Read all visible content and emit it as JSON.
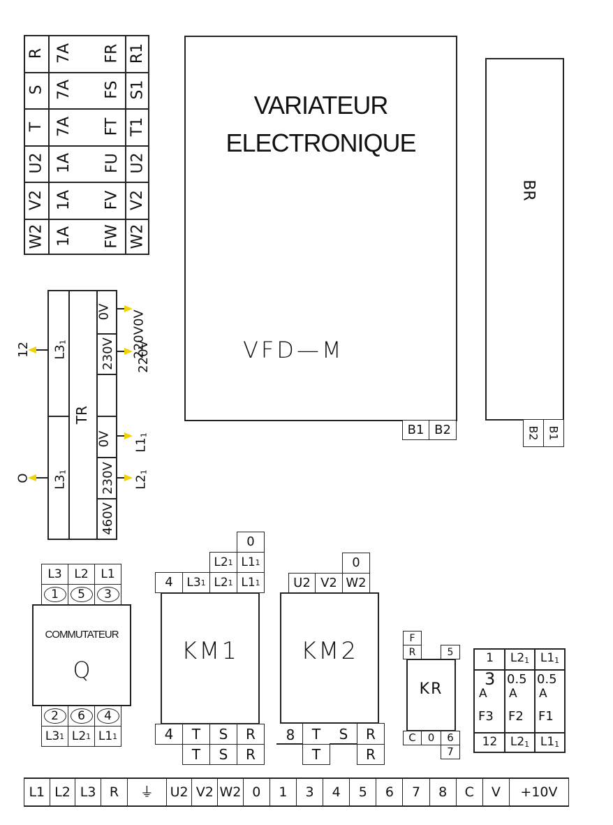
{
  "fuse_block": {
    "rows": [
      {
        "input": "R",
        "rating": "7A",
        "fuse": "FR",
        "output": "R1"
      },
      {
        "input": "S",
        "rating": "7A",
        "fuse": "FS",
        "output": "S1"
      },
      {
        "input": "T",
        "rating": "7A",
        "fuse": "FT",
        "output": "T1"
      },
      {
        "input": "U2",
        "rating": "1A",
        "fuse": "FU",
        "output": "U2"
      },
      {
        "input": "V2",
        "rating": "1A",
        "fuse": "FV",
        "output": "V2"
      },
      {
        "input": "W2",
        "rating": "1A",
        "fuse": "FW",
        "output": "W2"
      }
    ]
  },
  "transformer": {
    "name": "TR",
    "primary_top": "L3",
    "primary_bottom": "L3",
    "sec_top_0v": "0V",
    "sec_top_230v": "230V",
    "sec_bot_0v": "0V",
    "sec_bot_230v": "230V",
    "sec_bot_460v": "460V",
    "left_out_top": "12",
    "left_out_bottom": "O",
    "right_out_1": "220V",
    "right_out_2": "0V",
    "right_out_2b": "220V",
    "right_out_3": "L1",
    "right_out_4": "L2",
    "subscript": "1",
    "arrow_color": "#f2d200"
  },
  "vfd": {
    "title_line1": "VARIATEUR",
    "title_line2": "ELECTRONIQUE",
    "model": "VFD—M",
    "terminals": [
      "B1",
      "B2"
    ]
  },
  "br": {
    "label": "BR",
    "terminals": [
      "B2",
      "B1"
    ]
  },
  "commutateur": {
    "title": "COMMUTATEUR",
    "name": "Q",
    "top_labels": [
      "L3",
      "L2",
      "L1"
    ],
    "top_numbers": [
      "1",
      "5",
      "3"
    ],
    "bottom_numbers": [
      "2",
      "6",
      "4"
    ],
    "bottom_labels": [
      "L3",
      "L2",
      "L1"
    ],
    "subscript": "1"
  },
  "km1": {
    "name": "KM1",
    "top_extra": "0",
    "top_row2": [
      "L2",
      "L1"
    ],
    "top_row1": [
      "4",
      "L3",
      "L2",
      "L1"
    ],
    "bottom_row1": [
      "4",
      "T",
      "S",
      "R"
    ],
    "bottom_row2": [
      "T",
      "S",
      "R"
    ],
    "subscript": "1"
  },
  "km2": {
    "name": "KM2",
    "top_extra": "0",
    "top_row": [
      "U2",
      "V2",
      "W2"
    ],
    "bottom_row1": [
      "8",
      "T",
      "S",
      "R"
    ],
    "bottom_row2": [
      "T",
      "R"
    ]
  },
  "kr": {
    "name": "KR",
    "top_left": [
      "F",
      "R"
    ],
    "top_right": "5",
    "bottom": [
      "C",
      "0",
      "6"
    ],
    "bottom_extra": "7"
  },
  "fuses_small": {
    "top": [
      "1",
      "L2",
      "L1"
    ],
    "ratings": [
      "3",
      "0.5",
      "0.5"
    ],
    "unit": "A",
    "names": [
      "F3",
      "F2",
      "F1"
    ],
    "bottom": [
      "12",
      "L2",
      "L1"
    ],
    "subscript": "1"
  },
  "terminal_strip": {
    "terminals": [
      "L1",
      "L2",
      "L3",
      "R",
      "⏚",
      "U2",
      "V2",
      "W2",
      "0",
      "1",
      "3",
      "4",
      "5",
      "6",
      "7",
      "8",
      "C",
      "V",
      "+10V"
    ]
  }
}
